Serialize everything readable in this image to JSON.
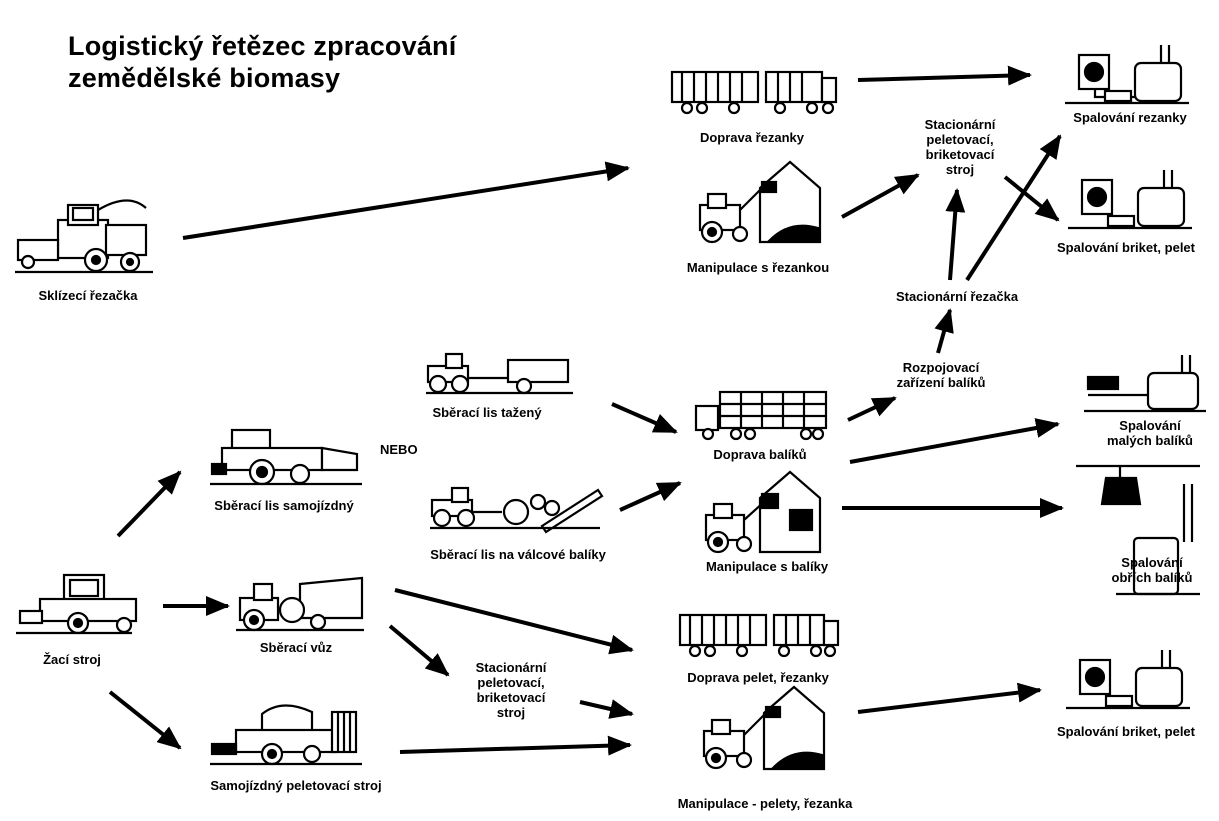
{
  "title": {
    "line1": "Logistický řetězec zpracování",
    "line2": "zemědělské biomasy"
  },
  "nodes": {
    "sklizeci_rezacka": "Sklízecí řezačka",
    "doprava_rezanky": "Doprava řezanky",
    "manipulace_s_rezankou": "Manipulace s řezankou",
    "stacionarni_stroj_top": [
      "Stacionární",
      "peletovací,",
      "briketovací",
      "stroj"
    ],
    "spalovani_rezanky": "Spalování rezanky",
    "spalovani_briket_pelet_top": "Spalování briket, pelet",
    "stacionarni_rezacka": "Stacionární řezačka",
    "rozpojovaci_zarizeni": [
      "Rozpojovací",
      "zařízení balíků"
    ],
    "sberaci_lis_tazeny": "Sběrací lis tažený",
    "nebo": "NEBO",
    "sberaci_lis_samojizdny": "Sběrací lis samojízdný",
    "doprava_baliku": "Doprava balíků",
    "spalovani_malych_baliku": [
      "Spalování",
      "malých balíků"
    ],
    "sberaci_lis_valcove": "Sběrací lis na válcové balíky",
    "manipulace_s_baliky": "Manipulace s balíky",
    "spalovani_obrich_baliku": [
      "Spalování",
      "obřích balíků"
    ],
    "zaci_stroj": "Žací stroj",
    "sberaci_vuz": "Sběrací vůz",
    "stacionarni_stroj_bottom": [
      "Stacionární",
      "peletovací,",
      "briketovací",
      "stroj"
    ],
    "doprava_pelet_rezanky": "Doprava pelet, řezanky",
    "samojizdny_peletovaci_stroj": "Samojízdný peletovací stroj",
    "manipulace_pelety_rezanka": "Manipulace - pelety, řezanka",
    "spalovani_briket_pelet_bottom": "Spalování briket, pelet"
  },
  "icons": {
    "forage_harvester": "forage-harvester-icon",
    "truck_trailer": "truck-with-trailer-icon",
    "loader_shed": "tractor-loader-shed-icon",
    "boiler": "boiler-furnace-icon",
    "tractor_baler": "tractor-baler-icon",
    "self_propelled_baler": "self-propelled-baler-icon",
    "bale_truck": "bale-truck-icon",
    "round_baler": "round-baler-icon",
    "mower": "mower-icon",
    "forage_wagon": "forage-wagon-icon",
    "pellet_machine": "self-propelled-pellet-machine-icon",
    "big_bale_boiler": "big-bale-boiler-icon"
  },
  "colors": {
    "ink": "#000000",
    "background": "#ffffff"
  }
}
